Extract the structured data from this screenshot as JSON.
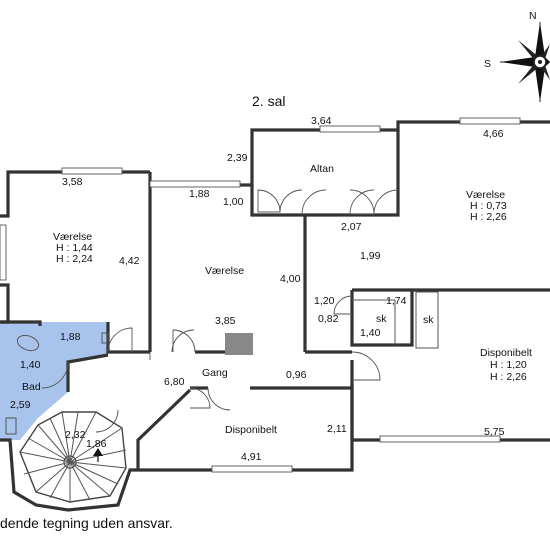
{
  "floor_title": "2. sal",
  "compass": {
    "north": "N",
    "south": "S"
  },
  "rooms": {
    "room_left": {
      "name": "Værelse",
      "h1": "H : 1,44",
      "h2": "H : 2,24"
    },
    "room_center": {
      "name": "Værelse"
    },
    "balcony": {
      "name": "Altan"
    },
    "room_right": {
      "name": "Værelse",
      "h1": "H : 0,73",
      "h2": "H : 2,26"
    },
    "closet_1": {
      "name": "sk"
    },
    "closet_2": {
      "name": "sk"
    },
    "storage_right": {
      "name": "Disponibelt",
      "h1": "H : 1,20",
      "h2": "H : 2,26"
    },
    "hallway": {
      "name": "Gang"
    },
    "storage_bottom": {
      "name": "Disponibelt"
    },
    "bathroom": {
      "name": "Bad"
    }
  },
  "dimensions": {
    "d_358": "3,58",
    "d_442": "4,42",
    "d_188a": "1,88",
    "d_100": "1,00",
    "d_400": "4,00",
    "d_385": "3,85",
    "d_364": "3,64",
    "d_239": "2,39",
    "d_207": "2,07",
    "d_466": "4,66",
    "d_199": "1,99",
    "d_174": "1,74",
    "d_120": "1,20",
    "d_082": "0,82",
    "d_140a": "1,40",
    "d_188b": "1,88",
    "d_140b": "1,40",
    "d_259": "2,59",
    "d_680": "6,80",
    "d_096": "0,96",
    "d_232": "2,32",
    "d_186": "1,86",
    "d_211": "2,11",
    "d_491": "4,91",
    "d_575": "5,75"
  },
  "colors": {
    "bathroom_fill": "#a8c4ec",
    "walls": "#333333"
  },
  "footer_note": "dende tegning uden ansvar."
}
